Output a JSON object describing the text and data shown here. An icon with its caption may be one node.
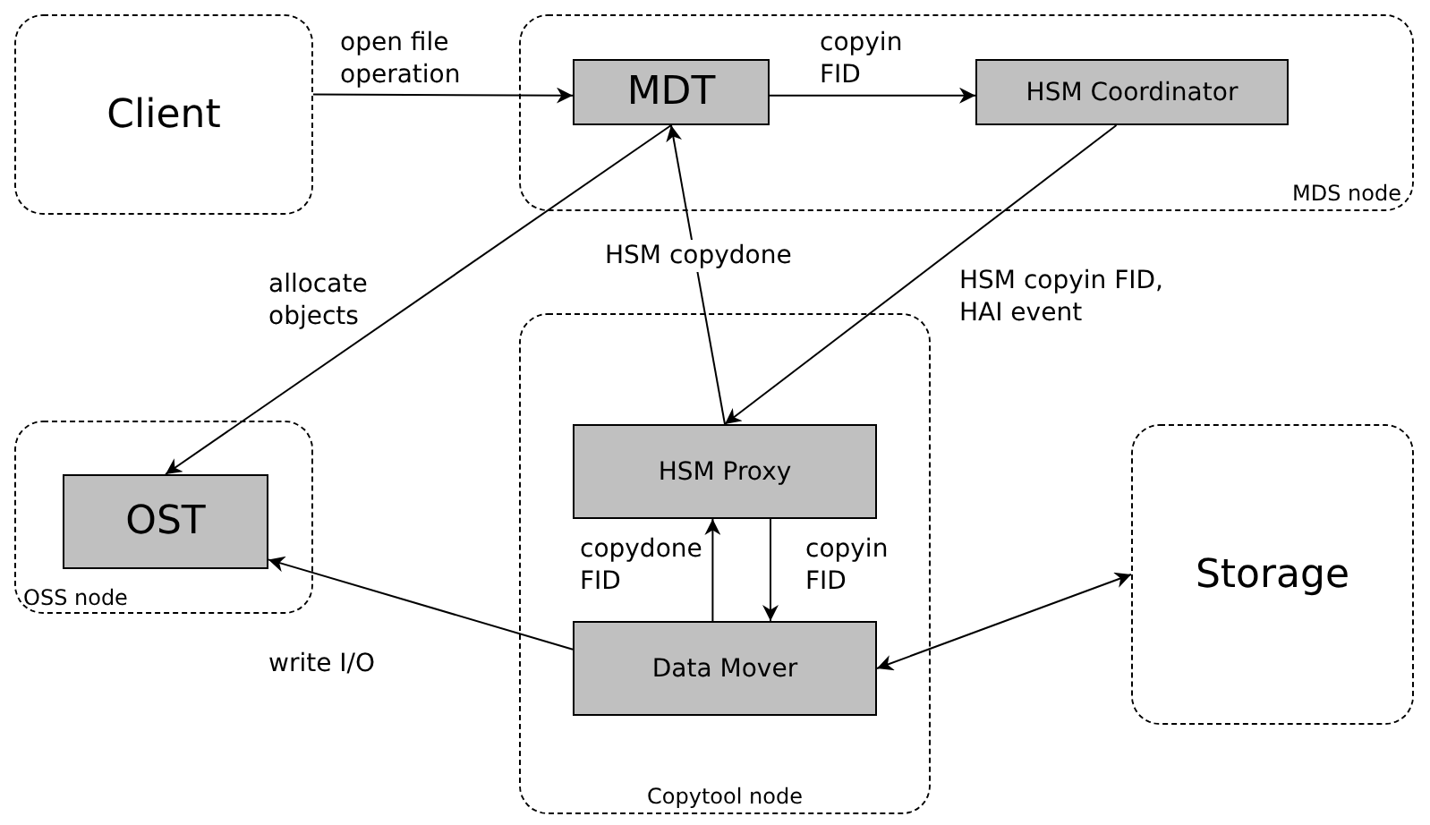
{
  "diagram": {
    "nodes": [
      {
        "text": [
          "Client"
        ]
      },
      {
        "text": [
          "MDS node"
        ]
      },
      {
        "text": [
          "MDT"
        ],
        "in": 1
      },
      {
        "text": [
          "HSM Coordinator"
        ],
        "in": 1
      },
      {
        "text": [
          "OSS node"
        ]
      },
      {
        "text": [
          "OST"
        ],
        "in": 4
      },
      {
        "text": [
          "Copytool node"
        ]
      },
      {
        "text": [
          "HSM Proxy"
        ],
        "in": 6
      },
      {
        "text": [
          "Data Mover"
        ],
        "in": 6
      },
      {
        "text": [
          "Storage"
        ]
      }
    ],
    "edges": [
      {
        "from": 0,
        "to": 2,
        "arrow": "to",
        "label": "open file operation"
      },
      {
        "from": 2,
        "to": 3,
        "arrow": "to",
        "label": "copyin FID"
      },
      {
        "from": 3,
        "to": 7,
        "arrow": "to",
        "label": "HSM copyin FID, HAI event"
      },
      {
        "from": 7,
        "to": 2,
        "arrow": "to",
        "label": "HSM copydone"
      },
      {
        "from": 2,
        "to": 5,
        "arrow": "to",
        "label": "allocate objects"
      },
      {
        "from": 8,
        "to": 7,
        "arrow": "to",
        "label": "copydone FID"
      },
      {
        "from": 7,
        "to": 8,
        "arrow": "to",
        "label": "copyin FID"
      },
      {
        "from": 8,
        "to": 5,
        "arrow": "to",
        "label": "write I/O"
      },
      {
        "from": 8,
        "to": 9,
        "arrow": "both"
      }
    ]
  }
}
